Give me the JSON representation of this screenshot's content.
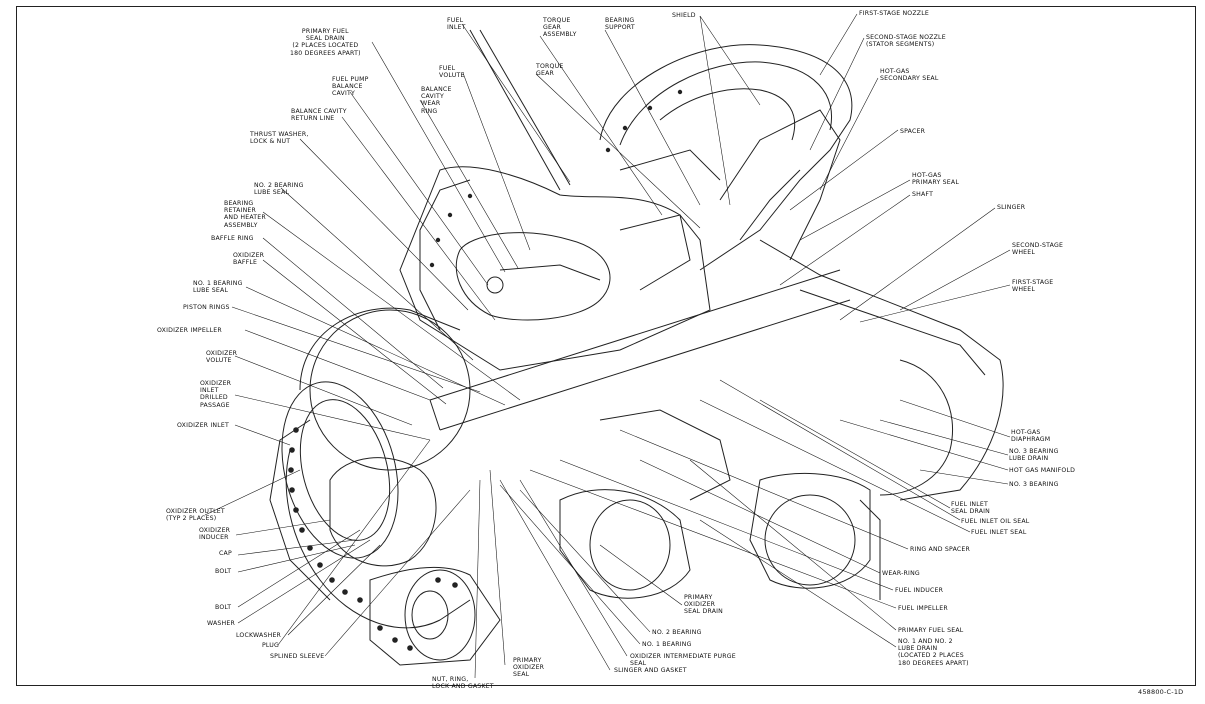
{
  "labels": {
    "fuel_inlet": "FUEL\nINLET",
    "torque_gear_assembly": "TORQUE\nGEAR\nASSEMBLY",
    "bearing_support": "BEARING\nSUPPORT",
    "shield": "SHIELD",
    "first_stage_nozzle": "FIRST-STAGE NOZZLE",
    "primary_fuel_seal_drain": "PRIMARY FUEL\nSEAL DRAIN\n(2 PLACES LOCATED\n180 DEGREES APART)",
    "second_stage_nozzle": "SECOND-STAGE NOZZLE\n(STATOR SEGMENTS)",
    "fuel_volute": "FUEL\nVOLUTE",
    "torque_gear": "TORQUE\nGEAR",
    "hot_gas_secondary_seal": "HOT-GAS\nSECONDARY SEAL",
    "fuel_pump_balance_cavity": "FUEL PUMP\nBALANCE\nCAVITY",
    "balance_cavity_wear_ring": "BALANCE\nCAVITY\nWEAR\nRING",
    "balance_cavity_return_line": "BALANCE CAVITY\nRETURN LINE",
    "thrust_washer": "THRUST WASHER,\nLOCK & NUT",
    "spacer": "SPACER",
    "hot_gas_primary_seal": "HOT-GAS\nPRIMARY SEAL",
    "shaft": "SHAFT",
    "no2_bearing_lube_seal": "NO. 2 BEARING\nLUBE SEAL",
    "bearing_retainer": "BEARING\nRETAINER\nAND HEATER\nASSEMBLY",
    "slinger": "SLINGER",
    "baffle_ring": "BAFFLE RING",
    "second_stage_wheel": "SECOND-STAGE\nWHEEL",
    "oxidizer_baffle": "OXIDIZER\nBAFFLE",
    "first_stage_wheel": "FIRST-STAGE\nWHEEL",
    "no1_bearing_lube_seal": "NO. 1 BEARING\nLUBE SEAL",
    "piston_rings": "PISTON RINGS",
    "oxidizer_impeller": "OXIDIZER IMPELLER",
    "oxidizer_volute": "OXIDIZER\nVOLUTE",
    "oxidizer_inlet_drilled_passage": "OXIDIZER\nINLET\nDRILLED\nPASSAGE",
    "oxidizer_inlet": "OXIDIZER INLET",
    "hot_gas_diaphragm": "HOT-GAS\nDIAPHRAGM",
    "no3_bearing_lube_drain": "NO. 3 BEARING\nLUBE DRAIN",
    "hot_gas_manifold": "HOT GAS MANIFOLD",
    "no3_bearing": "NO. 3 BEARING",
    "fuel_inlet_seal_drain": "FUEL INLET\nSEAL DRAIN",
    "fuel_inlet_oil_seal": "FUEL INLET OIL SEAL",
    "oxidizer_outlet": "OXIDIZER OUTLET\n(TYP 2 PLACES)",
    "fuel_inlet_seal": "FUEL INLET SEAL",
    "oxidizer_inducer": "OXIDIZER\nINDUCER",
    "cap": "CAP",
    "ring_and_spacer": "RING AND SPACER",
    "bolt_upper": "BOLT",
    "wear_ring": "WEAR-RING",
    "fuel_inducer": "FUEL INDUCER",
    "bolt_lower": "BOLT",
    "fuel_impeller": "FUEL IMPELLER",
    "primary_oxidizer_seal_drain": "PRIMARY\nOXIDIZER\nSEAL DRAIN",
    "washer": "WASHER",
    "lockwasher": "LOCKWASHER",
    "primary_fuel_seal": "PRIMARY FUEL SEAL",
    "no2_bearing": "NO. 2 BEARING",
    "plug": "PLUG",
    "no1_bearing": "NO. 1 BEARING",
    "no1_no2_lube_drain": "NO. 1 AND NO. 2\nLUBE DRAIN\n(LOCATED 2 PLACES\n180 DEGREES APART)",
    "splined_sleeve": "SPLINED SLEEVE",
    "oxidizer_intermediate_purge_seal": "OXIDIZER INTERMEDIATE PURGE\nSEAL",
    "primary_oxidizer_seal": "PRIMARY\nOXIDIZER\nSEAL",
    "slinger_and_gasket": "SLINGER AND GASKET",
    "nut_ring_lock_gasket": "NUT, RING,\nLOCK AND GASKET"
  },
  "figure_number": "458800-C-1D"
}
